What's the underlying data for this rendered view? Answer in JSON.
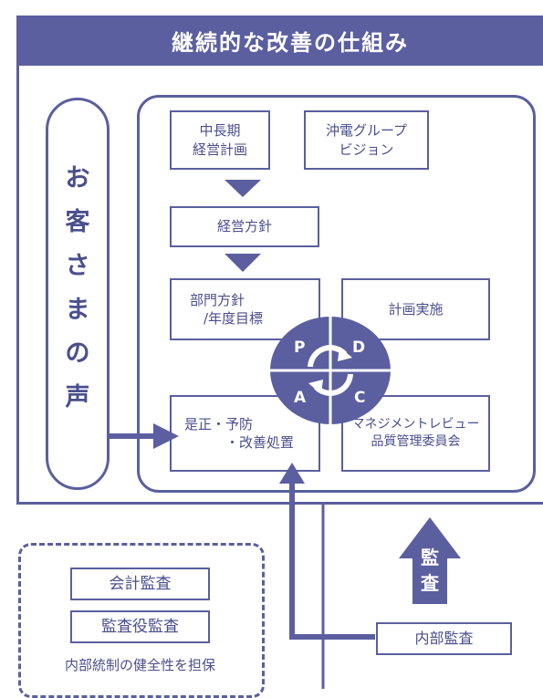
{
  "title": "継続的な改善の仕組み",
  "customer_voice": [
    "お",
    "客",
    "さ",
    "ま",
    "の",
    "声"
  ],
  "boxes": {
    "midterm_plan": "中長期\n経営計画",
    "group_vision": "沖電グループ\nビジョン",
    "management_policy": "経営方針",
    "dept_policy": "部門方針\n　/年度目標",
    "plan_execution": "計画実施",
    "corrective_action": "是正・予防\n　　　・改善処置",
    "management_review": "マネジメントレビュー\n品質管理委員会"
  },
  "pdca": {
    "p": "P",
    "d": "D",
    "a": "A",
    "c": "C"
  },
  "audit_arrow_label": "監\n査",
  "internal_audit": "内部監査",
  "external": {
    "accounting_audit": "会計監査",
    "auditor_audit": "監査役監査",
    "caption": "内部統制の健全性を担保"
  },
  "colors": {
    "primary": "#5b5fa0",
    "text": "#4a4f8c",
    "background": "#ffffff"
  }
}
